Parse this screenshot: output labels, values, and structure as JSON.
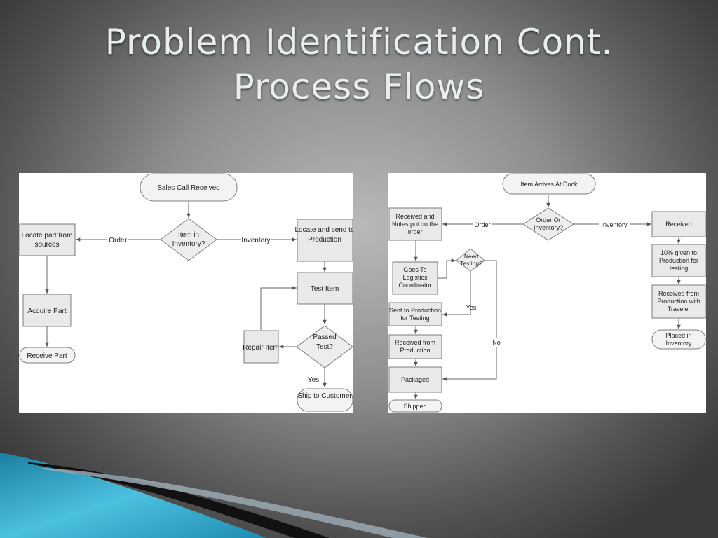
{
  "slide": {
    "title_line1": "Problem Identification Cont.",
    "title_line2": "Process Flows"
  },
  "left_flow": {
    "sales_call": "Sales Call Received",
    "item_in_inventory": [
      "Item in",
      "Inventory?"
    ],
    "order_label": "Order",
    "inventory_label": "Inventory",
    "locate_part": [
      "Locate part from",
      "sources"
    ],
    "acquire_part": "Acquire Part",
    "receive_part": "Receive Part",
    "locate_send": [
      "Locate and send to",
      "Production"
    ],
    "test_item": "Test Item",
    "passed_test": [
      "Passed",
      "Test?"
    ],
    "repair_item": "Repair Item",
    "yes_label": "Yes",
    "ship_customer": "Ship to Customer"
  },
  "right_flow": {
    "item_arrives": "Item Arrives At Dock",
    "order_or_inventory": [
      "Order Or",
      "Inventory?"
    ],
    "order_label": "Order",
    "inventory_label": "Inventory",
    "received_notes": [
      "Received and",
      "Notes put on the",
      "order"
    ],
    "goes_to_logistics": [
      "Goes To",
      "Logistics",
      "Coordinator"
    ],
    "need_testing": [
      "Need",
      "Testing?"
    ],
    "yes_label": "Yes",
    "no_label": "No",
    "sent_to_production": [
      "Sent to Production",
      "for Testing"
    ],
    "received_from_production": [
      "Received from",
      "Production"
    ],
    "packaged": "Packaged",
    "shipped": "Shipped",
    "received": "Received",
    "ten_percent": [
      "10% given to",
      "Production for",
      "testing"
    ],
    "received_with_traveler": [
      "Received from",
      "Production with",
      "Traveler"
    ],
    "placed_in_inventory": [
      "Placed in",
      "Inventory"
    ]
  },
  "colors": {
    "node_fill": "#e9e9e9",
    "node_stroke": "#7c7c7c",
    "accent_teal": "#2a8fb0"
  }
}
